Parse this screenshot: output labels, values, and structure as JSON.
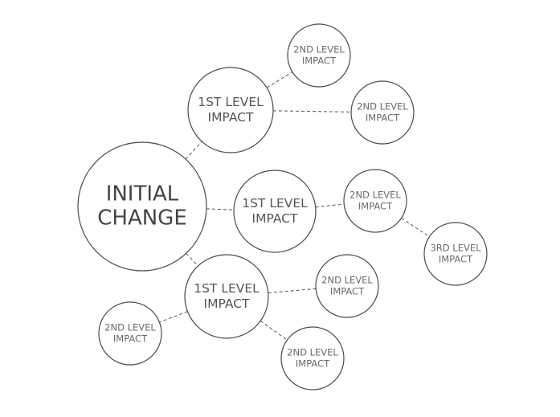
{
  "nodes": [
    {
      "id": "initial",
      "level": "root",
      "lines": [
        "INITIAL",
        "CHANGE"
      ]
    },
    {
      "id": "l1-top",
      "level": "lvl1",
      "lines": [
        "1ST LEVEL",
        "IMPACT"
      ]
    },
    {
      "id": "l1-mid",
      "level": "lvl1",
      "lines": [
        "1ST LEVEL",
        "IMPACT"
      ]
    },
    {
      "id": "l1-bot",
      "level": "lvl1",
      "lines": [
        "1ST LEVEL",
        "IMPACT"
      ]
    },
    {
      "id": "l2-top-a",
      "level": "lvl2",
      "lines": [
        "2ND LEVEL",
        "IMPACT"
      ]
    },
    {
      "id": "l2-top-b",
      "level": "lvl2",
      "lines": [
        "2ND LEVEL",
        "IMPACT"
      ]
    },
    {
      "id": "l2-mid",
      "level": "lvl2",
      "lines": [
        "2ND LEVEL",
        "IMPACT"
      ]
    },
    {
      "id": "l3-mid",
      "level": "lvl3",
      "lines": [
        "3RD LEVEL",
        "IMPACT"
      ]
    },
    {
      "id": "l2-bot-right",
      "level": "lvl2",
      "lines": [
        "2ND LEVEL",
        "IMPACT"
      ]
    },
    {
      "id": "l2-bot-left",
      "level": "lvl2",
      "lines": [
        "2ND LEVEL",
        "IMPACT"
      ]
    },
    {
      "id": "l2-bot-low",
      "level": "lvl2",
      "lines": [
        "2ND LEVEL",
        "IMPACT"
      ]
    }
  ],
  "edges": [
    [
      "initial",
      "l1-top"
    ],
    [
      "initial",
      "l1-mid"
    ],
    [
      "initial",
      "l1-bot"
    ],
    [
      "l1-top",
      "l2-top-a"
    ],
    [
      "l1-top",
      "l2-top-b"
    ],
    [
      "l1-mid",
      "l2-mid"
    ],
    [
      "l2-mid",
      "l3-mid"
    ],
    [
      "l1-bot",
      "l2-bot-right"
    ],
    [
      "l1-bot",
      "l2-bot-left"
    ],
    [
      "l1-bot",
      "l2-bot-low"
    ]
  ]
}
